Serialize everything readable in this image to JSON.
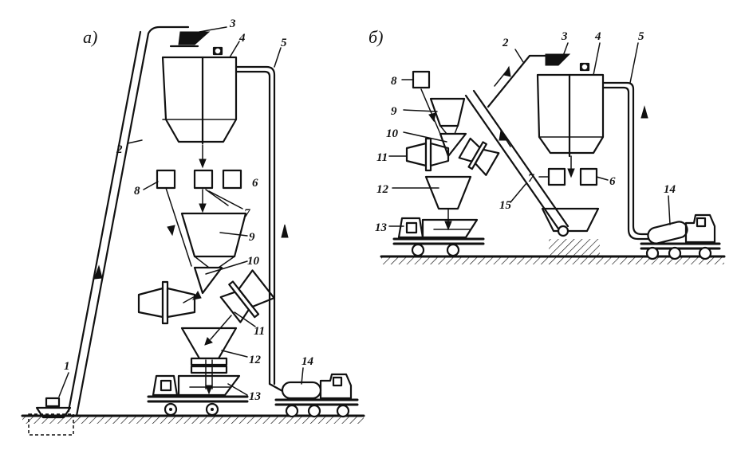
{
  "panels": [
    {
      "id": "a",
      "label": "а)"
    },
    {
      "id": "b",
      "label": "б)"
    }
  ],
  "labels_a": [
    "1",
    "2",
    "3",
    "4",
    "5",
    "6",
    "7",
    "8",
    "9",
    "10",
    "11",
    "12",
    "13",
    "14"
  ],
  "labels_b": [
    "2",
    "3",
    "4",
    "5",
    "6",
    "7",
    "8",
    "9",
    "10",
    "11",
    "12",
    "13",
    "14",
    "15"
  ]
}
